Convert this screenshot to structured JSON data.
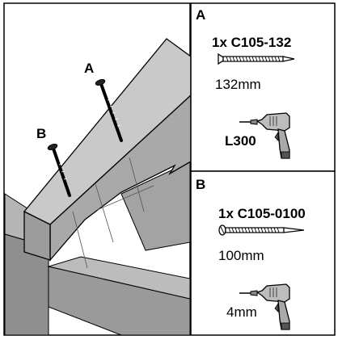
{
  "illustration": {
    "callouts": [
      {
        "label": "A"
      },
      {
        "label": "B"
      }
    ]
  },
  "parts": [
    {
      "panel_label": "A",
      "quantity_code": "1x C105-132",
      "length": "132mm",
      "drill_setting": "L300",
      "screw_icon": "countersunk-screw-icon",
      "tool_icon": "power-drill-icon"
    },
    {
      "panel_label": "B",
      "quantity_code": "1x C105-0100",
      "length": "100mm",
      "drill_setting": "4mm",
      "screw_icon": "pan-head-screw-icon",
      "tool_icon": "power-drill-icon"
    }
  ],
  "colors": {
    "beam_top": "#c9c9c9",
    "beam_side": "#9c9c9c",
    "beam_dark": "#7f7f7f",
    "beam_light": "#b5b5b5",
    "outline": "#000000"
  }
}
